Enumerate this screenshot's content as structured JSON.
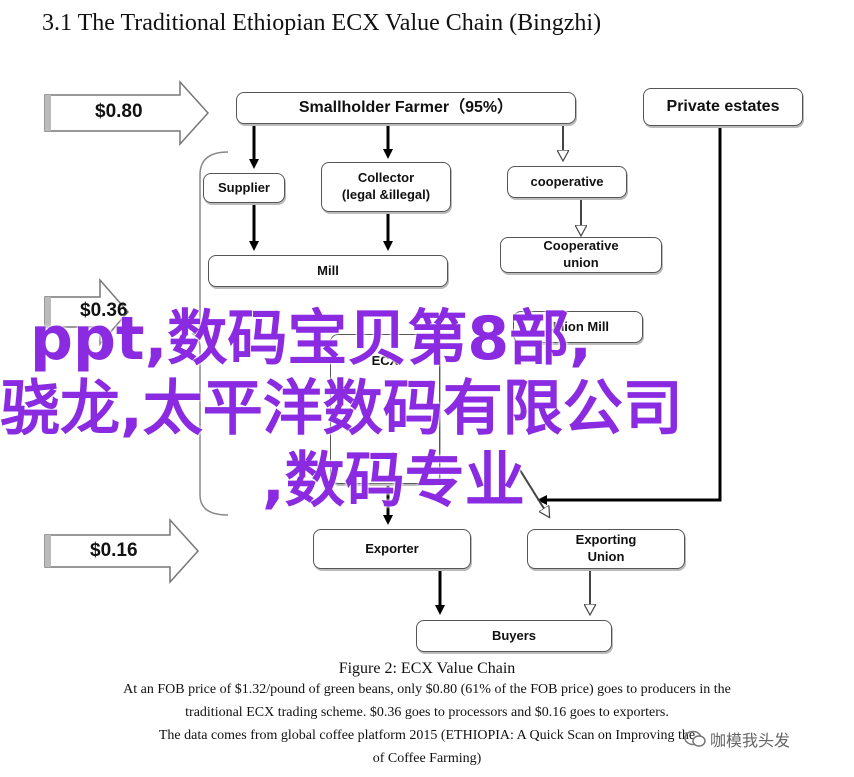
{
  "title": "3.1 The Traditional Ethiopian ECX Value Chain (Bingzhi)",
  "prices": {
    "p1": "$0.80",
    "p2": "$0.36",
    "p3": "$0.16"
  },
  "nodes": {
    "smallholder": "Smallholder Farmer（95%）",
    "private": "Private estates",
    "supplier": "Supplier",
    "collector": "Collector\n(legal &illegal)",
    "cooperative": "cooperative",
    "coop_union": "Cooperative\nunion",
    "mill": "Mill",
    "union_mill": "Union Mill",
    "ecx": "ECX",
    "exporter": "Exporter",
    "exporting_union": "Exporting\nUnion",
    "buyers": "Buyers"
  },
  "overlay": {
    "line1": "ppt,数码宝贝第8部,",
    "line2": "骁龙,太平洋数码有限公司",
    "line3": ",数码专业"
  },
  "caption": {
    "title": "Figure 2: ECX Value Chain",
    "line1": "At an FOB price of $1.32/pound of green beans, only $0.80 (61% of the FOB price) goes to producers in the",
    "line2": "traditional ECX trading scheme. $0.36 goes to processors and $0.16 goes to exporters.",
    "line3": "The data comes from global coffee platform 2015 (ETHIOPIA: A Quick Scan on Improving the",
    "line4": "of Coffee Farming)"
  },
  "watermark": "咖模我头发"
}
